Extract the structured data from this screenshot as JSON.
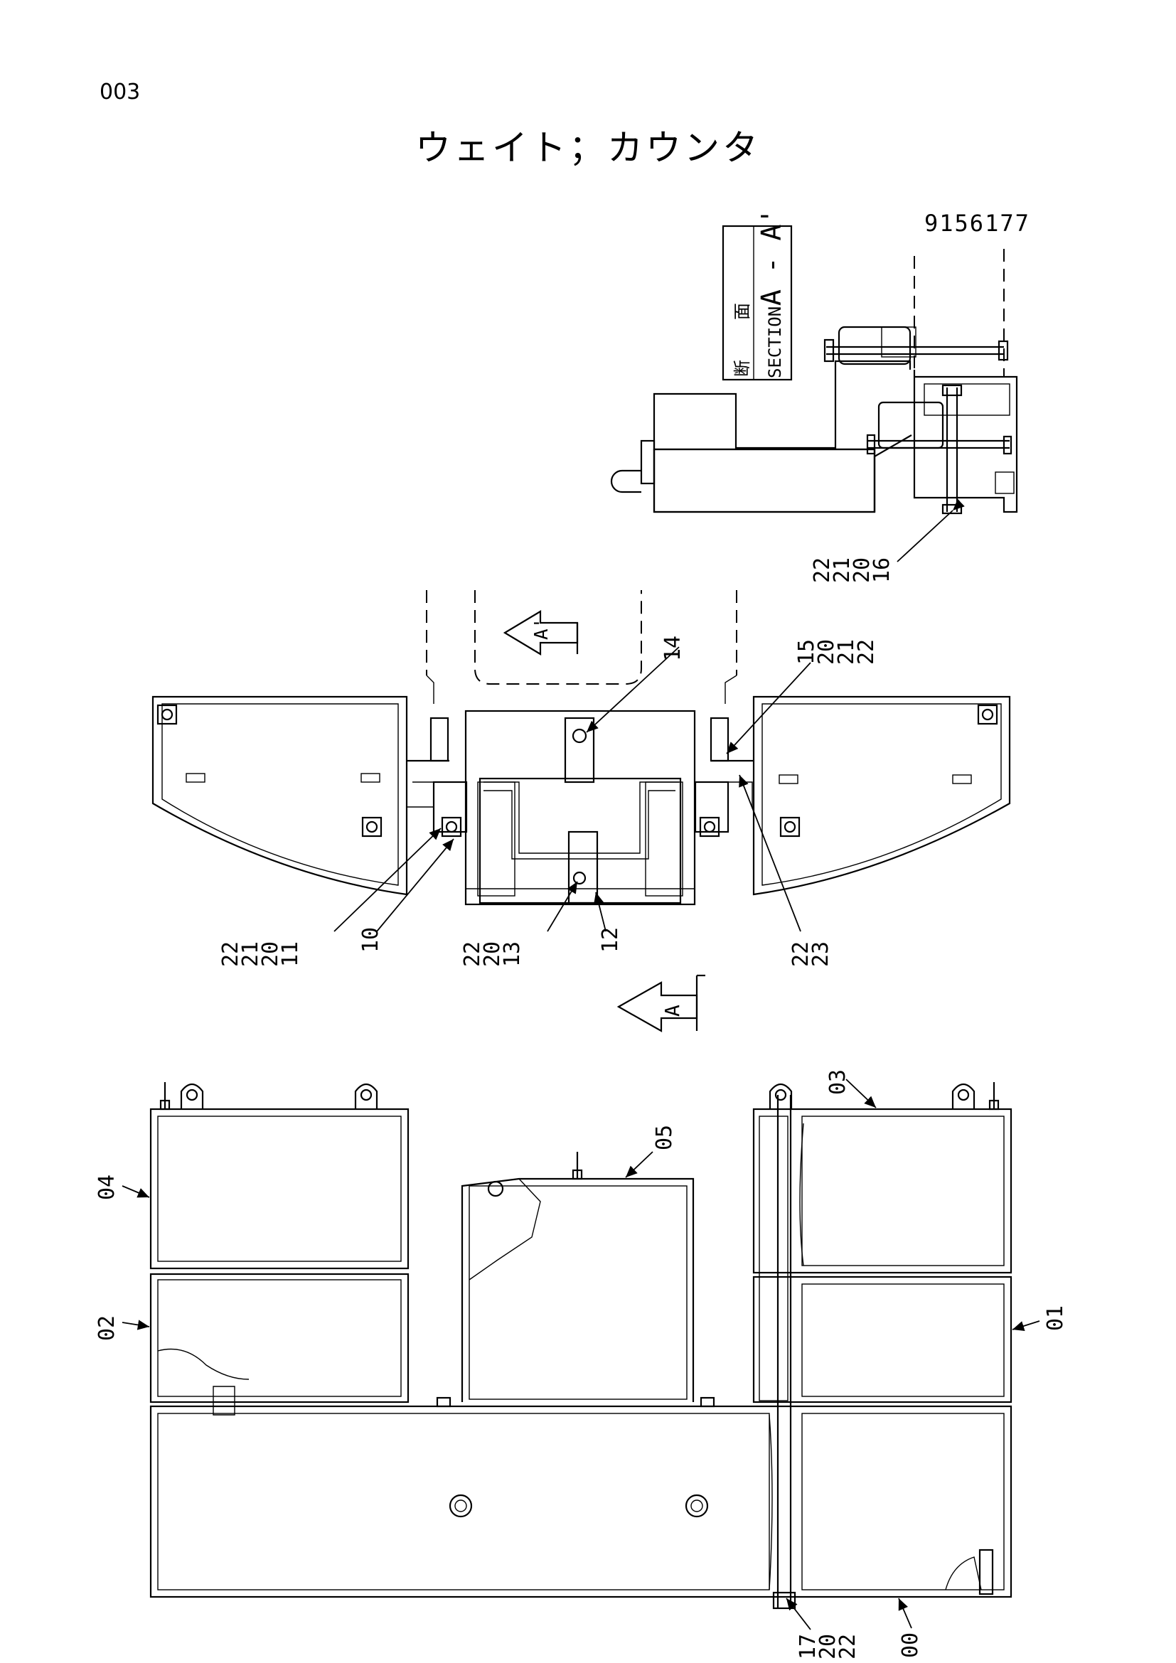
{
  "page_number": "003",
  "title": "ウェイト；カウンタ",
  "drawing_number": "9156177",
  "section_box": {
    "kanji_1": "断",
    "kanji_2": "面",
    "english": "SECTION",
    "view": "A - A'"
  },
  "view_arrows": {
    "a": "A",
    "a_prime": "A'"
  },
  "callouts": {
    "section": [
      {
        "id": "c_22_21_20_16",
        "lines": [
          "22",
          "21",
          "20",
          "16"
        ]
      }
    ],
    "top_view": [
      {
        "id": "c_14",
        "lines": [
          "14"
        ]
      },
      {
        "id": "c_15_20_21_22",
        "lines": [
          "15",
          "20",
          "21",
          "22"
        ]
      },
      {
        "id": "c_22_21_20_11",
        "lines": [
          "22",
          "21",
          "20",
          "11"
        ]
      },
      {
        "id": "c_10",
        "lines": [
          "10"
        ]
      },
      {
        "id": "c_22_20_13",
        "lines": [
          "22",
          "20",
          "13"
        ]
      },
      {
        "id": "c_12",
        "lines": [
          "12"
        ]
      },
      {
        "id": "c_22_23",
        "lines": [
          "22",
          "23"
        ]
      }
    ],
    "front_view": [
      {
        "id": "c_03",
        "lines": [
          "03"
        ]
      },
      {
        "id": "c_05",
        "lines": [
          "05"
        ]
      },
      {
        "id": "c_04",
        "lines": [
          "04"
        ]
      },
      {
        "id": "c_02",
        "lines": [
          "02"
        ]
      },
      {
        "id": "c_01",
        "lines": [
          "01"
        ]
      },
      {
        "id": "c_17_20_22",
        "lines": [
          "17",
          "20",
          "22"
        ]
      },
      {
        "id": "c_00",
        "lines": [
          "00"
        ]
      }
    ]
  }
}
